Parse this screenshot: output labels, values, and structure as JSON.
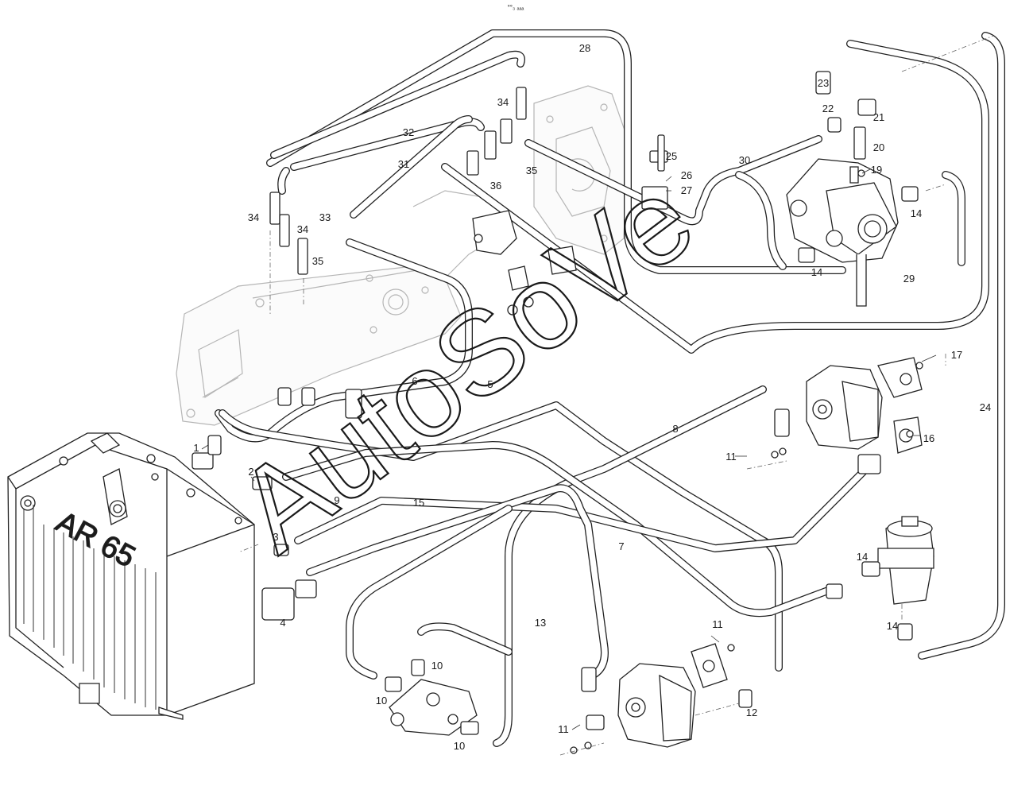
{
  "header": {
    "code": "°°₃ ₐₐₐ"
  },
  "housing_label": "AR 65",
  "watermark": "AutoSoVe",
  "callouts": [
    {
      "id": "c1",
      "text": "1"
    },
    {
      "id": "c2",
      "text": "2"
    },
    {
      "id": "c3",
      "text": "3"
    },
    {
      "id": "c4",
      "text": "4"
    },
    {
      "id": "c5",
      "text": "5"
    },
    {
      "id": "c6",
      "text": "6"
    },
    {
      "id": "c7",
      "text": "7"
    },
    {
      "id": "c8",
      "text": "8"
    },
    {
      "id": "c9",
      "text": "9"
    },
    {
      "id": "c10a",
      "text": "10"
    },
    {
      "id": "c10b",
      "text": "10"
    },
    {
      "id": "c10c",
      "text": "10"
    },
    {
      "id": "c11a",
      "text": "11"
    },
    {
      "id": "c11b",
      "text": "11"
    },
    {
      "id": "c11c",
      "text": "11"
    },
    {
      "id": "c12",
      "text": "12"
    },
    {
      "id": "c13",
      "text": "13"
    },
    {
      "id": "c14a",
      "text": "14"
    },
    {
      "id": "c14b",
      "text": "14"
    },
    {
      "id": "c14c",
      "text": "14"
    },
    {
      "id": "c14d",
      "text": "14"
    },
    {
      "id": "c15",
      "text": "15"
    },
    {
      "id": "c16",
      "text": "16"
    },
    {
      "id": "c17",
      "text": "17"
    },
    {
      "id": "c19",
      "text": "19"
    },
    {
      "id": "c20",
      "text": "20"
    },
    {
      "id": "c21",
      "text": "21"
    },
    {
      "id": "c22",
      "text": "22"
    },
    {
      "id": "c23",
      "text": "23"
    },
    {
      "id": "c24",
      "text": "24"
    },
    {
      "id": "c25",
      "text": "25"
    },
    {
      "id": "c26",
      "text": "26"
    },
    {
      "id": "c27",
      "text": "27"
    },
    {
      "id": "c28",
      "text": "28"
    },
    {
      "id": "c29",
      "text": "29"
    },
    {
      "id": "c30",
      "text": "30"
    },
    {
      "id": "c31",
      "text": "31"
    },
    {
      "id": "c32",
      "text": "32"
    },
    {
      "id": "c33",
      "text": "33"
    },
    {
      "id": "c34a",
      "text": "34"
    },
    {
      "id": "c34b",
      "text": "34"
    },
    {
      "id": "c34c",
      "text": "34"
    },
    {
      "id": "c35a",
      "text": "35"
    },
    {
      "id": "c35b",
      "text": "35"
    },
    {
      "id": "c36",
      "text": "36"
    }
  ]
}
